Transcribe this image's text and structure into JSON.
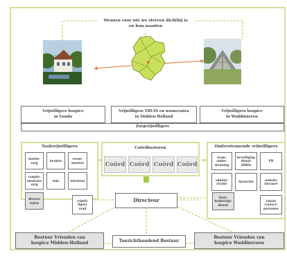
{
  "top_banner": {
    "line1": "Mensen voor wie we sterven dichtbij is",
    "line2": "en hun naasten"
  },
  "hospices": {
    "gouda": {
      "line1": "Vrijwilligers hospice",
      "line2": "in Gouda"
    },
    "thuis": {
      "line1": "Vrijwilligers THUIS en wooncentra",
      "line2": "in Midden-Holland"
    },
    "waddinxveen": {
      "line1": "Vrijwilligers hospice",
      "line2": "in Waddinxveen"
    }
  },
  "zorgvrijwilligers": "Zorgvrijwilligers",
  "taak": {
    "title": "Taakvrijwilligers",
    "items": [
      [
        "lastrie-",
        "zorg"
      ],
      [
        "keuken"
      ],
      [
        "evene-",
        "menten"
      ],
      [
        "comple-",
        "mentaire",
        "zorg"
      ],
      [
        "tuin"
      ],
      [
        "interieur"
      ],
      [
        "diverse",
        "taken"
      ]
    ]
  },
  "coordinatoren": {
    "title": "Coördinatoren",
    "items": [
      "Coörd",
      "Coörd",
      "Coörd",
      "Coörd"
    ]
  },
  "ondersteunend": {
    "title": "Ondersteunende vrijwilligers",
    "items": [
      [
        "team-",
        "onder-",
        "steuning"
      ],
      [
        "beveiliging",
        "dienst",
        "(BBD)"
      ],
      [
        "PR"
      ],
      [
        "admini-",
        "stratie"
      ],
      [
        "financiën"
      ],
      [
        "website",
        "intranet"
      ],
      [
        "lokale",
        "contact-",
        "personen"
      ]
    ]
  },
  "vrijwilligersraad": [
    "vrijwil-",
    "ligers",
    "raad"
  ],
  "directeur": "Directeur",
  "vrijwilligersdienst": [
    "Inzir-",
    "heidsvrijw.",
    "dienst"
  ],
  "bestuur_mh": {
    "line1": "Bestuur Vrienden van",
    "line2": "hospice Midden-Holland"
  },
  "toezicht": "Toezichthoudend Bestuur",
  "bestuur_wx": {
    "line1": "Bestuur Vrienden van",
    "line2": "hospice Waddinxveen"
  },
  "colors": {
    "green_frame": "#cfe29a",
    "green_line": "#a9c84a",
    "map_green": "#c8e05a",
    "arrow": "#d8743a",
    "grey_box": "#e2e2e2"
  }
}
